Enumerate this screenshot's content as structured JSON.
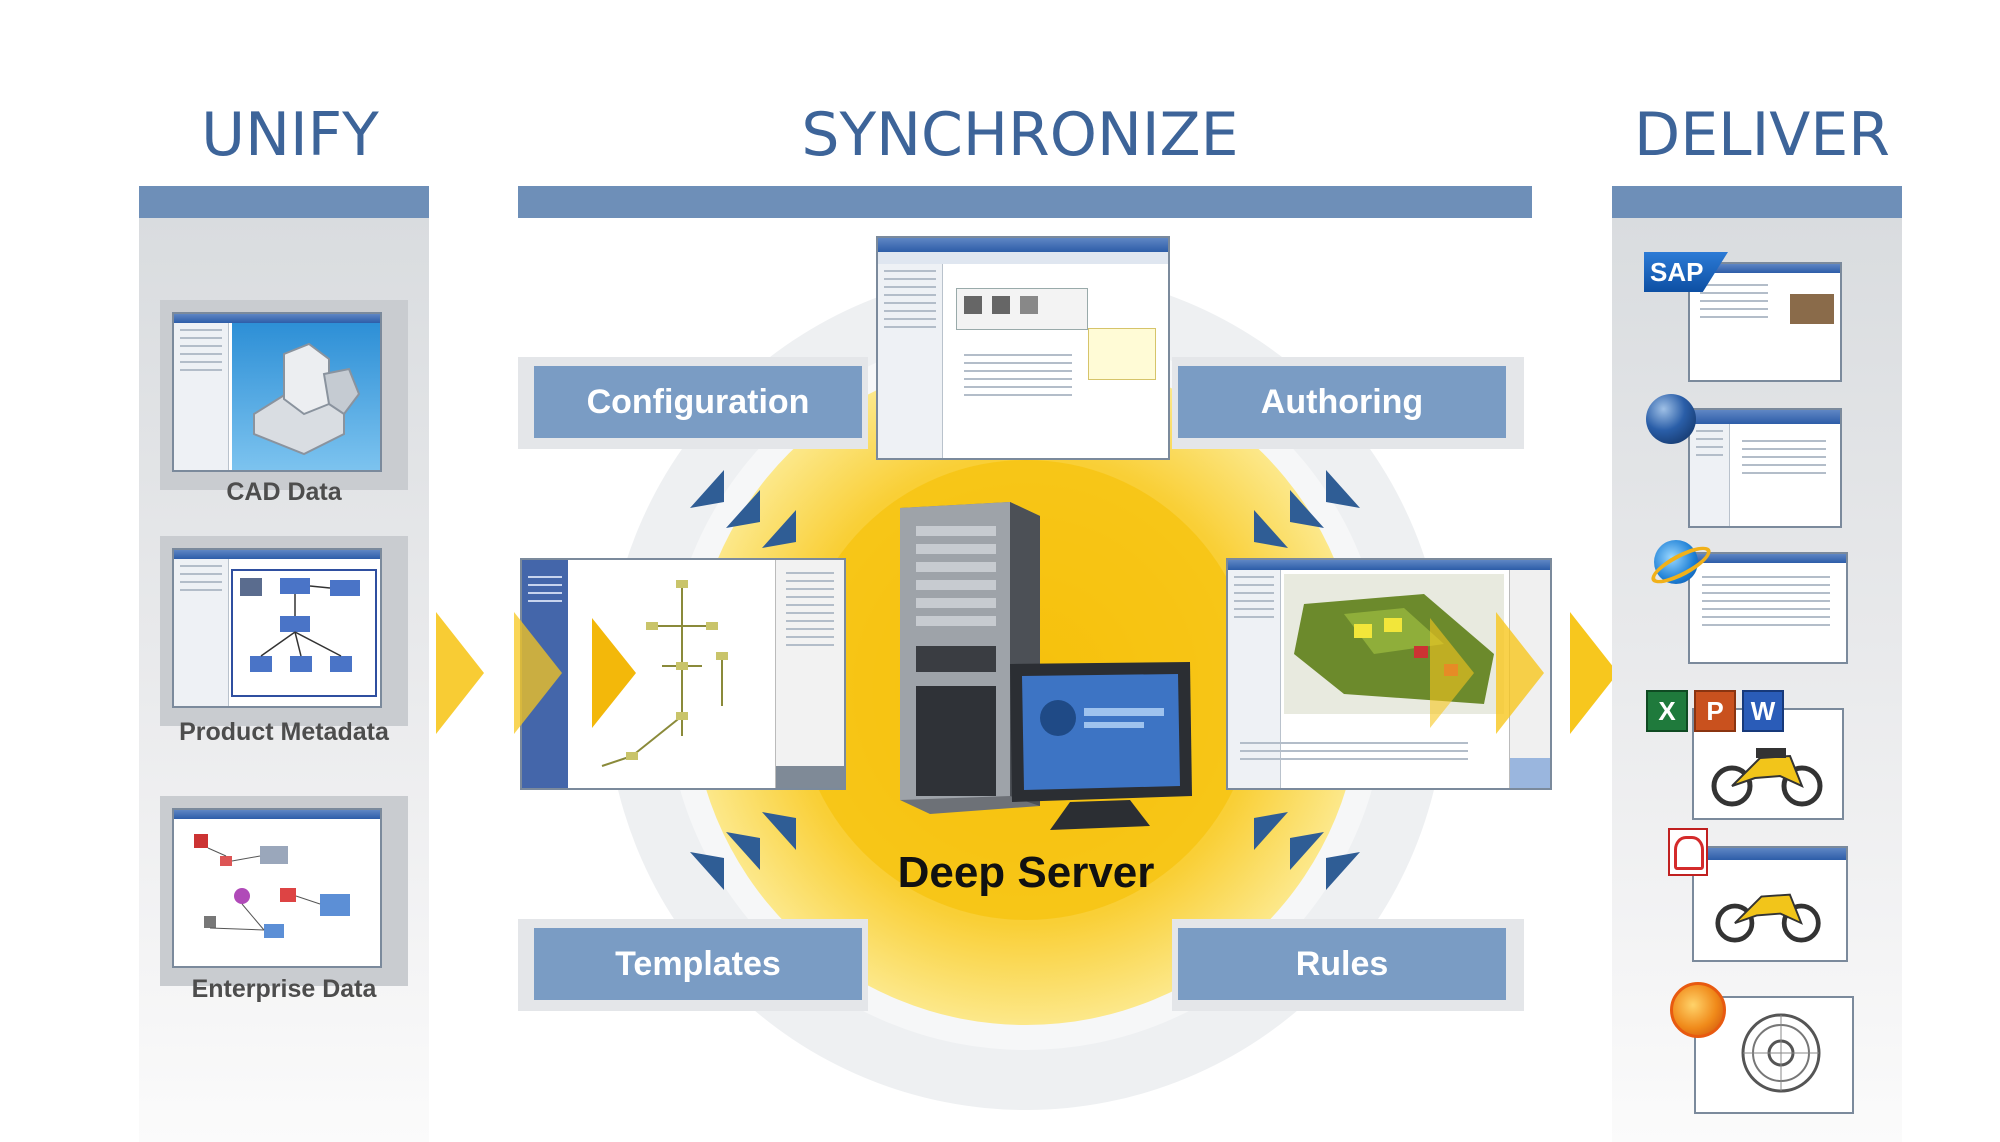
{
  "headers": {
    "unify": "UNIFY",
    "synchronize": "SYNCHRONIZE",
    "deliver": "DELIVER"
  },
  "unify_items": [
    {
      "label": "CAD Data"
    },
    {
      "label": "Product Metadata"
    },
    {
      "label": "Enterprise Data"
    }
  ],
  "synchronize": {
    "boxes": {
      "configuration": "Configuration",
      "authoring": "Authoring",
      "templates": "Templates",
      "rules": "Rules"
    },
    "center_label": "Deep Server"
  },
  "deliver_items": [
    {
      "icon": "sap-logo-icon",
      "text": "SAP"
    },
    {
      "icon": "globe-icon"
    },
    {
      "icon": "internet-explorer-icon"
    },
    {
      "icon": "office-icons",
      "excel": "X",
      "powerpoint": "P",
      "word": "W"
    },
    {
      "icon": "pdf-icon"
    },
    {
      "icon": "cad-viewer-icon"
    }
  ],
  "colors": {
    "header_text": "#3d6499",
    "header_bar": "#6e8fb8",
    "pill": "#7a9cc4",
    "yellow": "#f5c518",
    "arrow_blue": "#2f5d95"
  }
}
